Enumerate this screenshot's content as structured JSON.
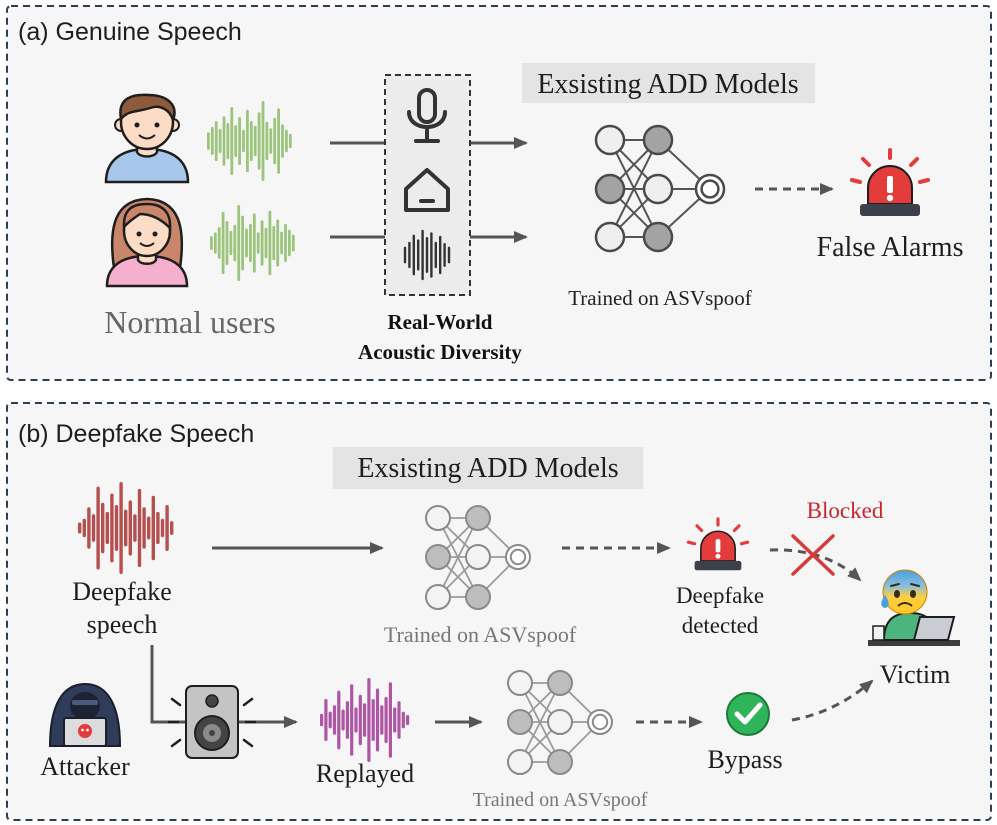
{
  "figure": {
    "panel_a": {
      "label": "(a) Genuine Speech",
      "models_box": "Exsisting ADD Models",
      "users_caption": "Normal users",
      "diversity_caption": [
        "Real-World",
        "Acoustic Diversity"
      ],
      "trained_caption": "Trained on ASVspoof",
      "outcome": "False Alarms"
    },
    "panel_b": {
      "label": "(b) Deepfake Speech",
      "models_box": "Exsisting ADD Models",
      "source_caption": [
        "Deepfake",
        "speech"
      ],
      "trained_caption_top": "Trained on ASVspoof",
      "detected_caption": [
        "Deepfake",
        "detected"
      ],
      "blocked": "Blocked",
      "victim": "Victim",
      "attacker": "Attacker",
      "replayed": "Replayed",
      "trained_caption_bottom": "Trained on ASVspoof",
      "bypass": "Bypass"
    }
  },
  "colors": {
    "panel_border": "#2c3e50",
    "panel_background": "#f6f6f6",
    "models_box": "#e4e4e4",
    "genuine_waveform": "#9cc47c",
    "deepfake_waveform": "#b5504f",
    "replayed_waveform": "#ae56a3",
    "alarm": "#e43b3b",
    "blocked": "#c9262c",
    "bypass_check": "#2fb45a"
  },
  "icons": [
    "male-user-icon",
    "female-user-icon",
    "waveform-icon",
    "microphone-icon",
    "house-icon",
    "sound-wave-icon",
    "neural-network-icon",
    "alarm-icon",
    "blocked-cross-icon",
    "victim-icon",
    "attacker-icon",
    "speaker-icon",
    "checkmark-icon"
  ]
}
